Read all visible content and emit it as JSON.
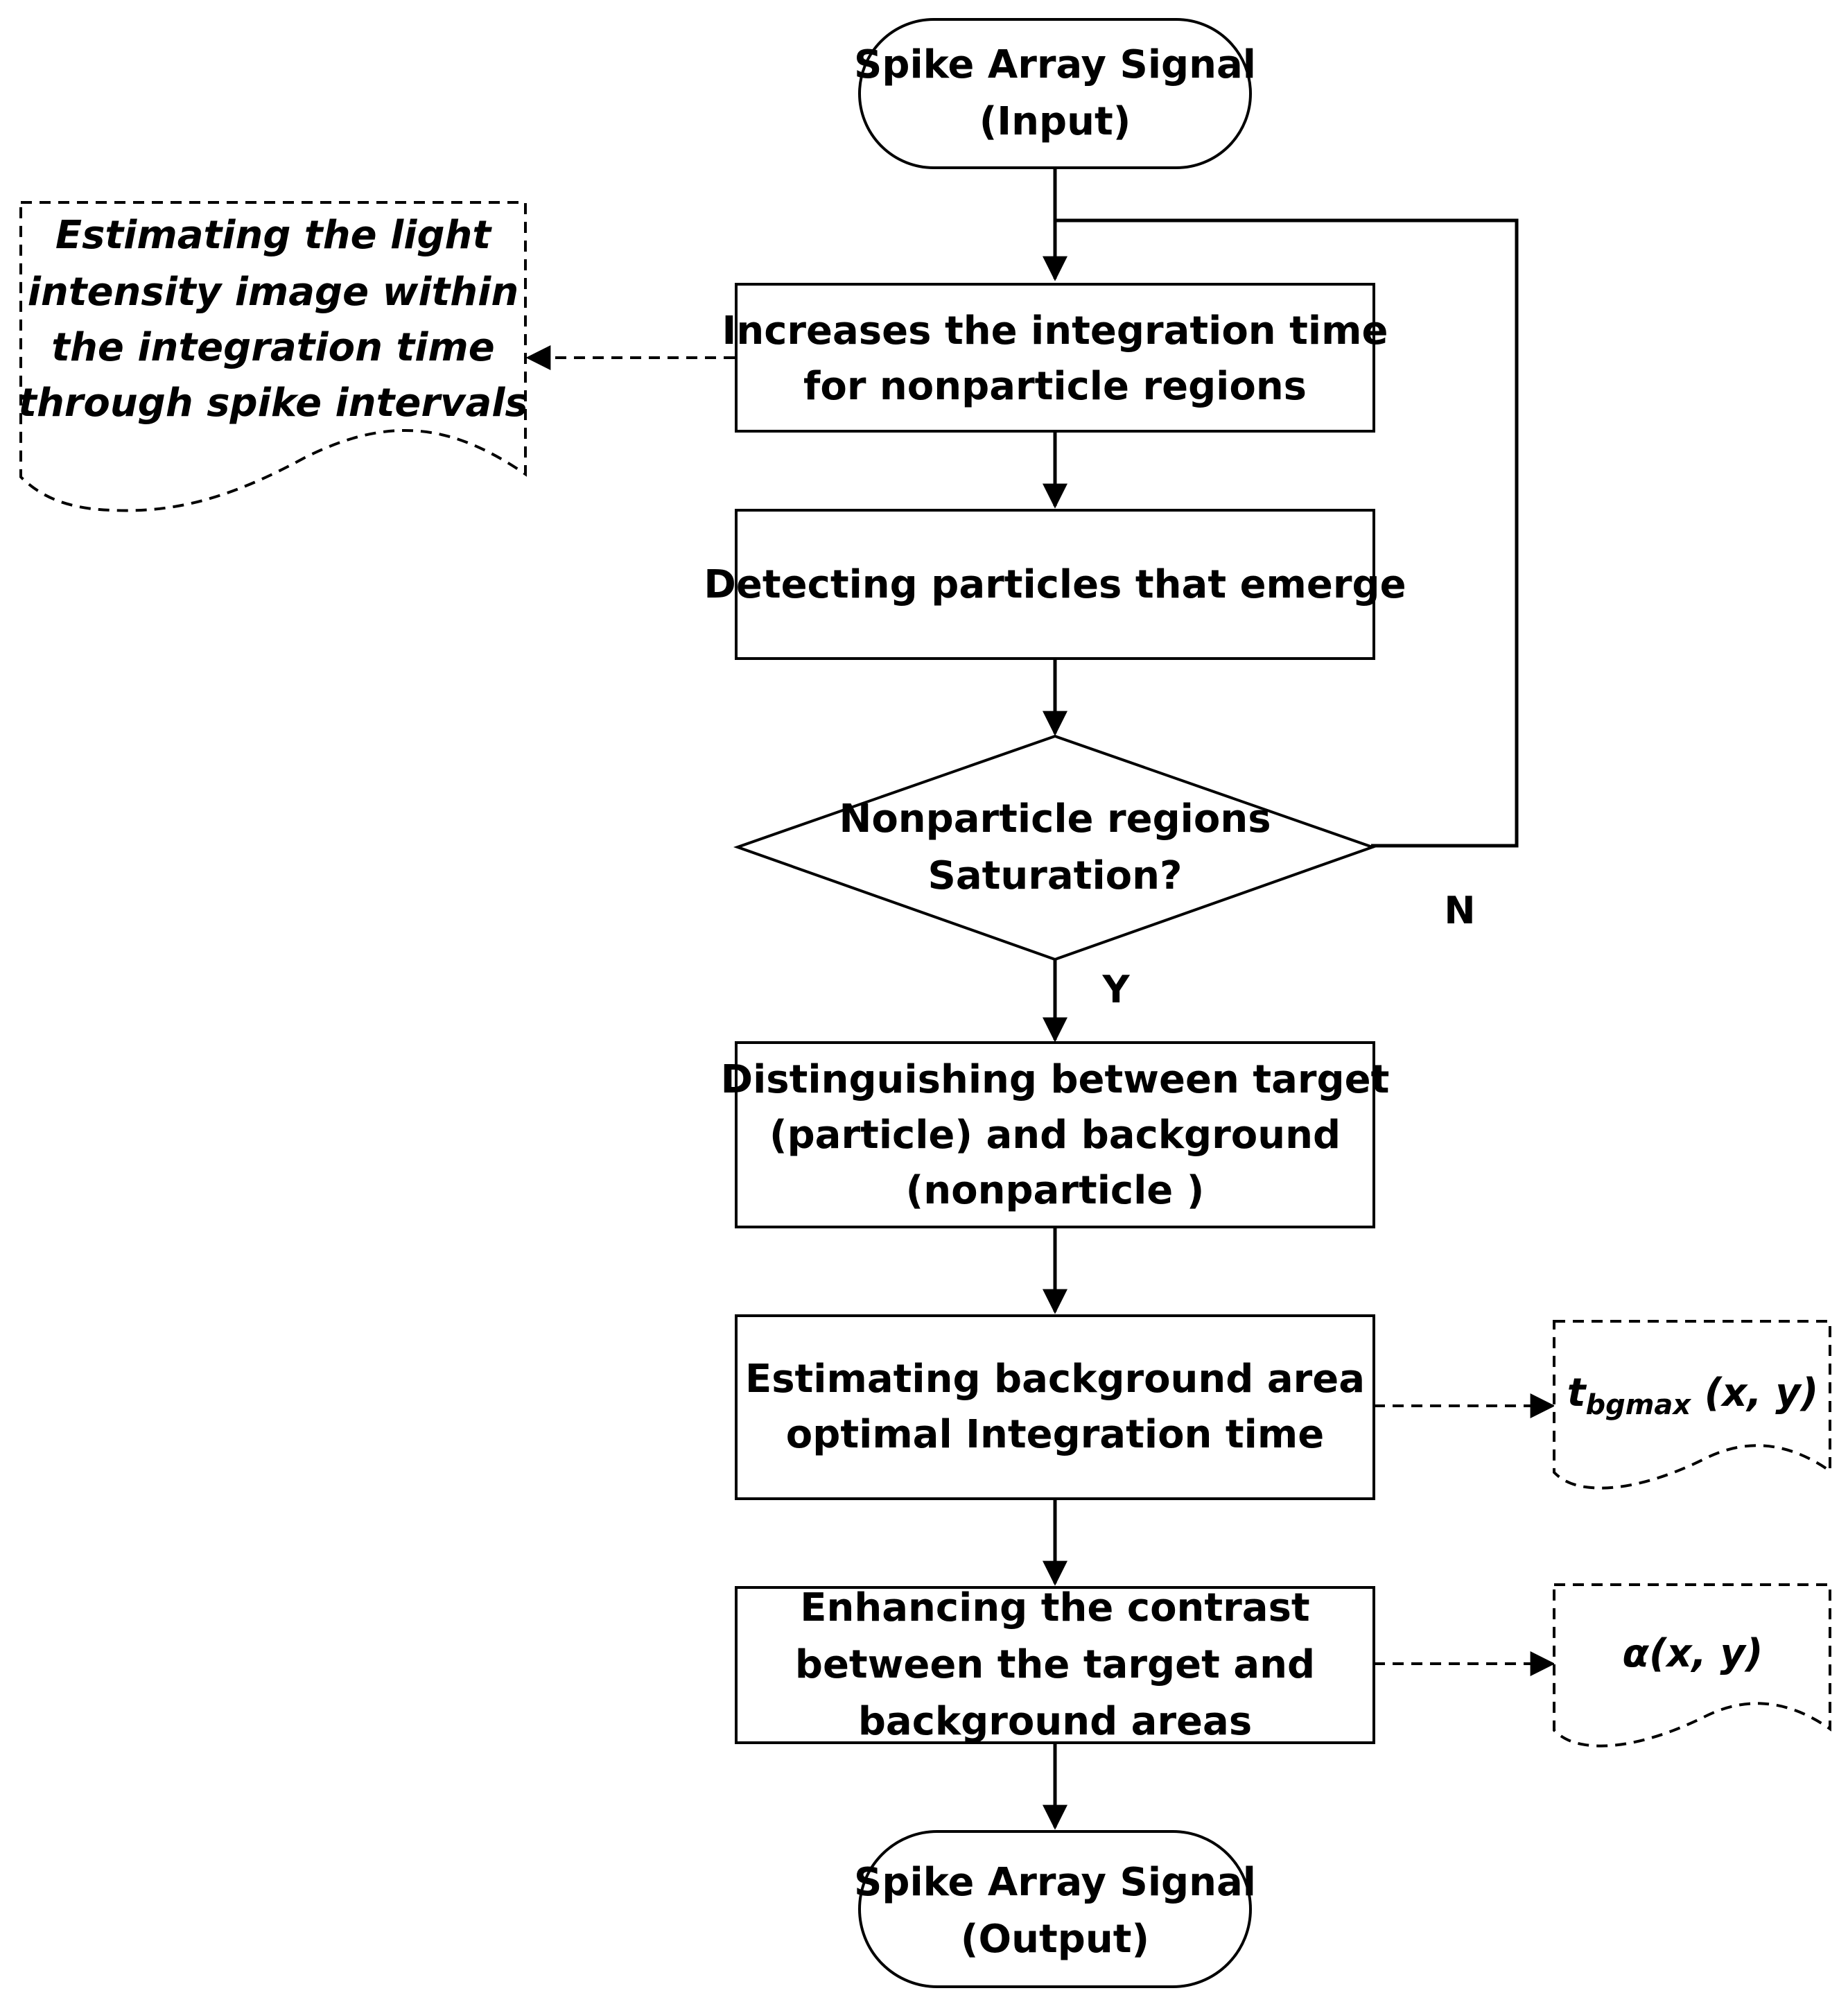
{
  "nodes": {
    "start": {
      "line1": "Spike Array Signal",
      "line2": "(Input)"
    },
    "increase": {
      "line1": "Increases the integration time",
      "line2": "for nonparticle regions"
    },
    "detect": {
      "line1": "Detecting  particles that emerge"
    },
    "decision": {
      "line1": "Nonparticle regions",
      "line2": "Saturation?"
    },
    "distinguish": {
      "line1": "Distinguishing between target",
      "line2": "(particle) and background",
      "line3": "(nonparticle )"
    },
    "estimate_bg": {
      "line1": "Estimating background area",
      "line2": "optimal Integration time"
    },
    "enhance": {
      "line1": "Enhancing the contrast",
      "line2": "between the target and",
      "line3": "background areas"
    },
    "end": {
      "line1": "Spike Array Signal",
      "line2": "(Output)"
    }
  },
  "side_notes": {
    "light_intensity": {
      "line1": "Estimating the light",
      "line2": "intensity image within",
      "line3": "the integration time",
      "line4": "through spike intervals"
    },
    "t_bgmax": {
      "symbol": "t",
      "subscript": "bgmax",
      "args": " (x, y)"
    },
    "alpha": {
      "text": "α(x, y)"
    }
  },
  "edge_labels": {
    "no": "N",
    "yes": "Y"
  }
}
